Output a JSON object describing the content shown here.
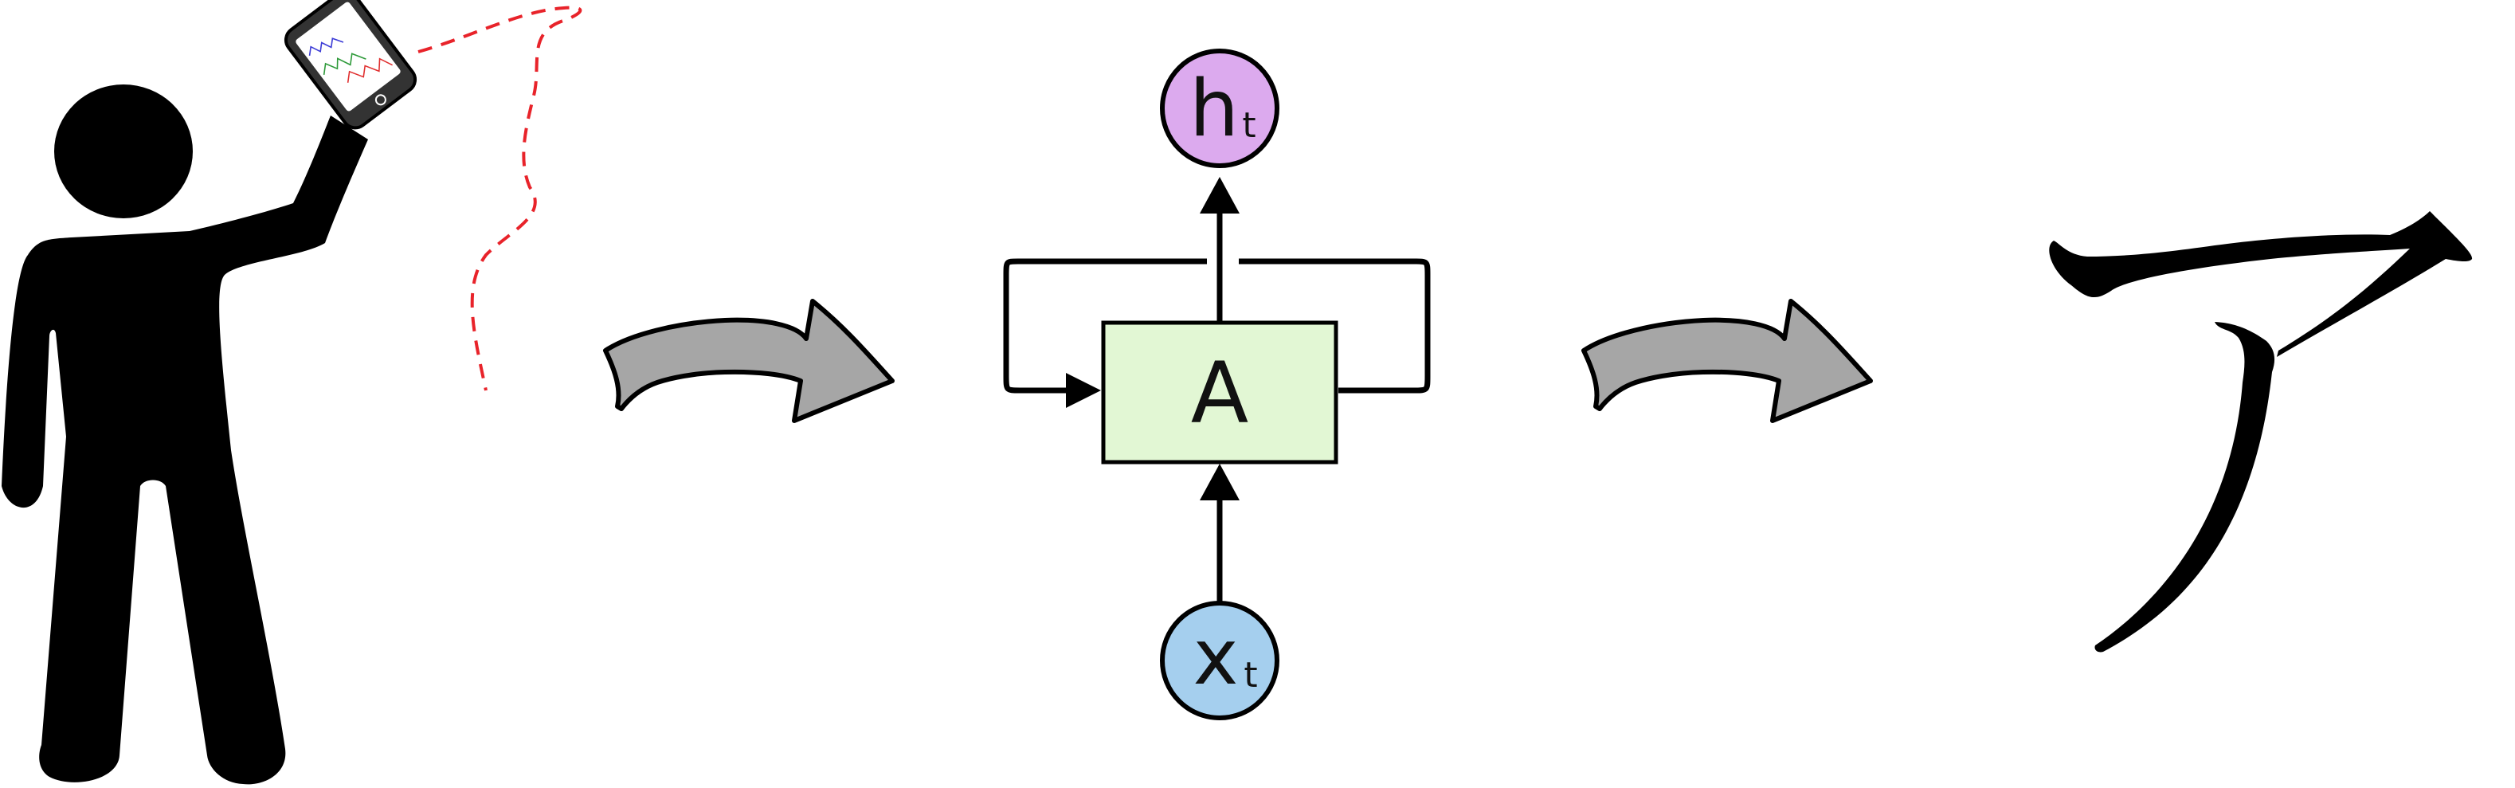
{
  "diagram": {
    "colors": {
      "stroke": "#000000",
      "person": "#000000",
      "device": "#333333",
      "screen": "#ffffff",
      "trace": "#e8232a",
      "arrow_fill": "#a6a6a6",
      "output_node": "#dcaaee",
      "cell_box": "#e2f7d4",
      "input_node": "#a5cfee",
      "plot_lines": [
        "#3b3bd6",
        "#2e9a3a",
        "#e03030"
      ]
    },
    "icons": {
      "person": "person-holding-phone-icon",
      "trace": "dashed-red-trajectory",
      "arrow": "curved-right-arrow-icon",
      "output": "katakana-character"
    },
    "rnn": {
      "cell_label": "A",
      "output_symbol": "h",
      "output_subscript": "t",
      "input_symbol": "x",
      "input_subscript": "t"
    },
    "output_character": "ア"
  }
}
